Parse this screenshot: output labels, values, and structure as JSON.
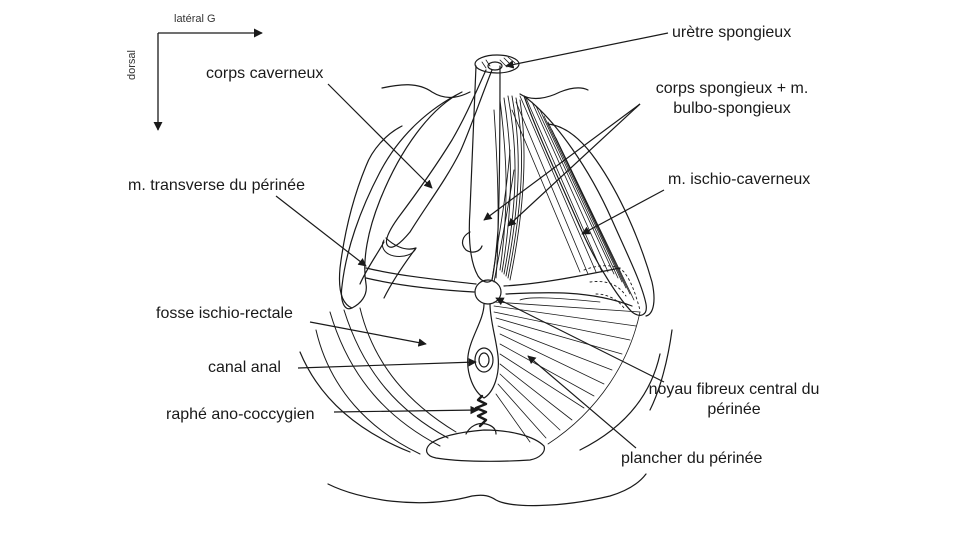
{
  "orientation": {
    "lateral": "latéral G",
    "dorsal": "dorsal"
  },
  "labels": {
    "uretre": "urètre spongieux",
    "corps_caverneux": "corps caverneux",
    "corps_spongieux_line1": "corps spongieux + m.",
    "corps_spongieux_line2": "bulbo-spongieux",
    "transverse": "m. transverse du périnée",
    "ischio_caverneux": "m. ischio-caverneux",
    "fosse": "fosse ischio-rectale",
    "canal_anal": "canal anal",
    "raphe": "raphé ano-coccygien",
    "noyau_line1": "noyau fibreux central du",
    "noyau_line2": "périnée",
    "plancher": "plancher du périnée"
  },
  "colors": {
    "ink": "#1a1a1a",
    "background": "#ffffff"
  }
}
